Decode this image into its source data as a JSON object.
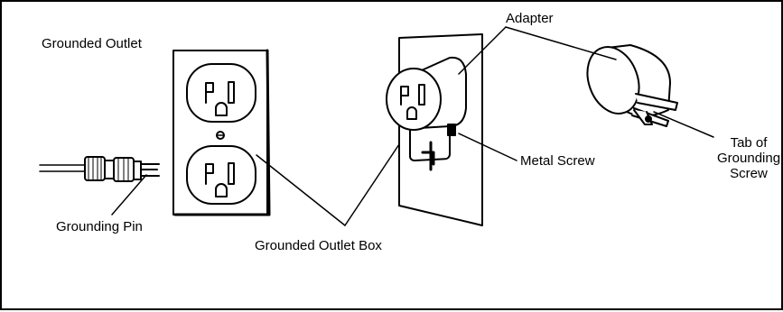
{
  "labels": {
    "grounded_outlet": "Grounded Outlet",
    "grounding_pin": "Grounding Pin",
    "grounded_outlet_box": "Grounded Outlet Box",
    "adapter": "Adapter",
    "metal_screw": "Metal Screw",
    "tab_line1": "Tab of",
    "tab_line2": "Grounding",
    "tab_line3": "Screw"
  }
}
